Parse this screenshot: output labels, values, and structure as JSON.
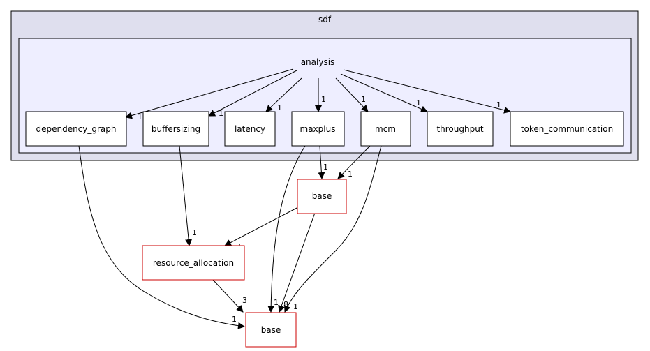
{
  "clusters": {
    "outer": {
      "label": "sdf"
    },
    "inner": {
      "label": "analysis"
    }
  },
  "nodes": {
    "dependency_graph": "dependency_graph",
    "buffersizing": "buffersizing",
    "latency": "latency",
    "maxplus": "maxplus",
    "mcm": "mcm",
    "throughput": "throughput",
    "token_communication": "token_communication",
    "base_top": "base",
    "resource_allocation": "resource_allocation",
    "base_bottom": "base"
  },
  "edge_labels": {
    "analysis_dependency_graph": "1",
    "analysis_buffersizing": "1",
    "analysis_latency": "1",
    "analysis_maxplus": "1",
    "analysis_mcm": "1",
    "analysis_throughput": "1",
    "analysis_token_communication": "1",
    "maxplus_base_top": "1",
    "mcm_base_top": "1",
    "buffersizing_resource_allocation": "1",
    "base_top_resource_allocation": "7",
    "resource_allocation_base_bottom": "3",
    "dependency_graph_base_bottom": "1",
    "maxplus_base_bottom": "1",
    "base_top_base_bottom": "8",
    "mcm_base_bottom": "1"
  },
  "colors": {
    "outer_cluster_fill": "#dfdfee",
    "inner_cluster_fill": "#eeeeff",
    "external_node_border": "#cc0000",
    "node_border": "#000000"
  }
}
